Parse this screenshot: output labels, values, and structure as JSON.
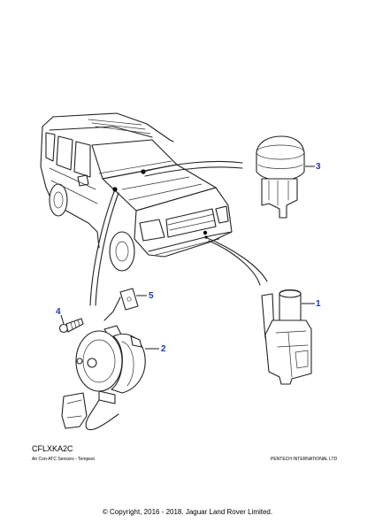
{
  "diagram": {
    "drawing_code": "CFLXKA2C",
    "caption": "Air Con-ATC Sensors - Tempest",
    "publisher": "PENTECH INTERNATIONAL LTD",
    "callouts": [
      {
        "num": "1",
        "part": "sensor-1"
      },
      {
        "num": "2",
        "part": "motor-2"
      },
      {
        "num": "3",
        "part": "sensor-3"
      },
      {
        "num": "4",
        "part": "screw-4"
      },
      {
        "num": "5",
        "part": "bracket-5"
      }
    ]
  },
  "footer": {
    "copyright": "© Copyright, 2016 - 2018. Jaguar Land Rover Limited."
  }
}
